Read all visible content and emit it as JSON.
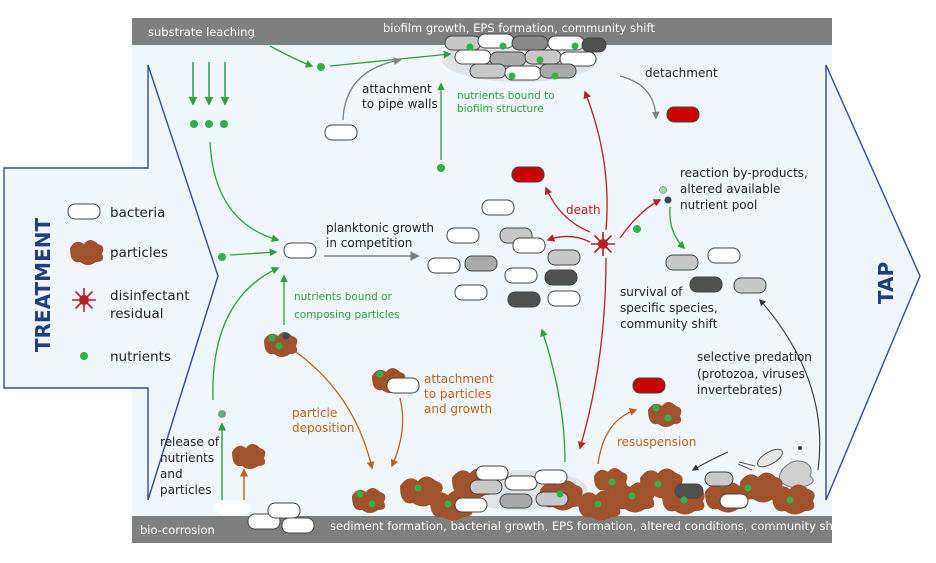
{
  "sides": {
    "left": "TREATMENT",
    "right": "TAP"
  },
  "bars": {
    "top_left": "substrate leaching",
    "top_center": "biofilm growth,  EPS formation, community shift",
    "bottom_left": "bio-corrosion",
    "bottom_center": "sediment formation, bacterial growth, EPS formation, altered conditions, community shift"
  },
  "legend": {
    "bacteria": "bacteria",
    "particles": "particles",
    "disinfectant_1": "disinfectant",
    "disinfectant_2": "residual",
    "nutrients": "nutrients"
  },
  "labels": {
    "attachment_walls_1": "attachment",
    "attachment_walls_2": "to pipe walls",
    "bound_biofilm_1": "nutrients bound to",
    "bound_biofilm_2": "biofilm structure",
    "detachment": "detachment",
    "planktonic_1": "planktonic growth",
    "planktonic_2": "in competition",
    "death": "death",
    "byproducts_1": "reaction by-products,",
    "byproducts_2": "altered available",
    "byproducts_3": "nutrient pool",
    "survival_1": "survival of",
    "survival_2": "specific species,",
    "survival_3": "community shift",
    "bound_particles_1": "nutrients bound or",
    "bound_particles_2": "composing particles",
    "predation_1": "selective predation",
    "predation_2": "(protozoa, viruses",
    "predation_3": "invertebrates)",
    "attach_particles_1": "attachment",
    "attach_particles_2": "to particles",
    "attach_particles_3": "and growth",
    "deposition_1": "particle",
    "deposition_2": "deposition",
    "resuspension": "resuspension",
    "release_1": "release of",
    "release_2": "nutrients",
    "release_3": "and",
    "release_4": "particles"
  },
  "colors": {
    "bar": "#7f7f7f",
    "background": "#f0f6fc",
    "outline": "#2f4f8f",
    "green": "#2e9e3e",
    "red": "#b22222",
    "brown": "#b5651d",
    "particle": "#a0522d",
    "bacteria_light": "#ffffff",
    "bacteria_mid": "#c8c8c8",
    "bacteria_dark": "#505050",
    "bacteria_dead": "#cc0000",
    "nutrient": "#2cb34a"
  }
}
